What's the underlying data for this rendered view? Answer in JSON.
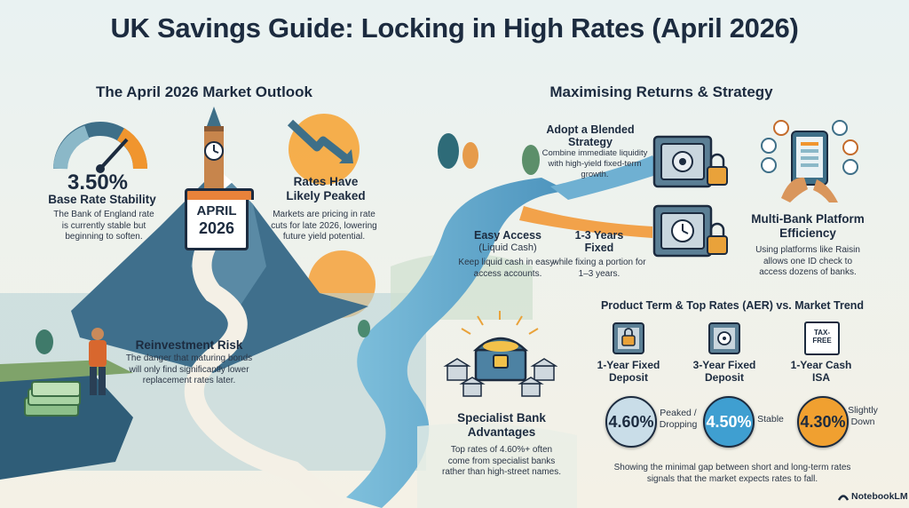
{
  "title": "UK Savings Guide: Locking in High Rates (April 2026)",
  "left": {
    "heading": "The April 2026 Market Outlook",
    "base_rate": {
      "value": "3.50%",
      "title": "Base Rate Stability",
      "text": "The Bank of England rate is currently stable but beginning to soften."
    },
    "calendar": {
      "month": "APRIL",
      "year": "2026"
    },
    "peaked": {
      "title": "Rates Have Likely Peaked",
      "text": "Markets are pricing in rate cuts for late 2026, lowering future yield potential."
    },
    "reinvestment": {
      "title": "Reinvestment Risk",
      "text": "The danger that maturing bonds will only find significantly lower replacement rates later."
    }
  },
  "right": {
    "heading": "Maximising Returns & Strategy",
    "blended": {
      "title": "Adopt a Blended Strategy",
      "text": "Combine immediate liquidity with high-yield fixed-term growth."
    },
    "easy_access": {
      "title": "Easy Access",
      "subtitle": "(Liquid Cash)",
      "text": "Keep liquid cash in easy-access accounts."
    },
    "fixed": {
      "title": "1-3 Years Fixed",
      "text": "while fixing a portion for 1–3 years."
    },
    "multibank": {
      "title": "Multi-Bank Platform Efficiency",
      "text": "Using platforms like Raisin allows one ID check to access dozens of banks."
    },
    "specialist": {
      "title": "Specialist Bank Advantages",
      "text": "Top rates of 4.60%+ often come from specialist banks rather than high-street names."
    },
    "products": {
      "heading": "Product Term & Top Rates (AER) vs. Market Trend",
      "items": [
        {
          "name": "1-Year Fixed Deposit",
          "rate": "4.60%",
          "trend": "Peaked / Dropping",
          "color": "#c9dde8"
        },
        {
          "name": "3-Year Fixed Deposit",
          "rate": "4.50%",
          "trend": "Stable",
          "color": "#3f9fd1"
        },
        {
          "name": "1-Year Cash ISA",
          "rate": "4.30%",
          "trend": "Slightly Down",
          "color": "#f0a030"
        }
      ],
      "tax_free": "TAX-FREE",
      "footnote": "Showing the minimal gap between short and long-term rates signals that the market expects rates to fall."
    }
  },
  "brand": "NotebookLM"
}
